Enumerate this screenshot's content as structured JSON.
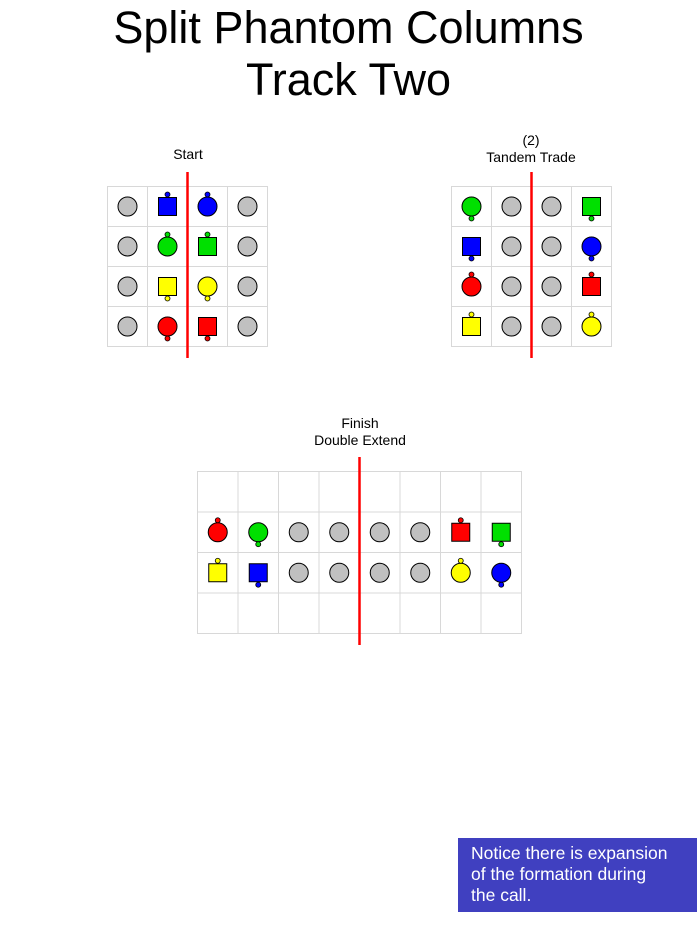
{
  "title_line1": "Split Phantom Columns",
  "title_line2": "Track Two",
  "colors": {
    "gray": "#c0c0c0",
    "blue": "#0000ff",
    "green": "#00e000",
    "yellow": "#ffff00",
    "red": "#ff0000",
    "grid": "#d8d8d8",
    "divider": "#ff0000",
    "note_bg": "#4040c0"
  },
  "panels": [
    {
      "id": "start",
      "label_lines": [
        "Start"
      ],
      "cols": 4,
      "rows": 4,
      "dancers": [
        {
          "r": 0,
          "c": 0,
          "color": "gray",
          "shape": "circle",
          "facing": "none"
        },
        {
          "r": 0,
          "c": 1,
          "color": "blue",
          "shape": "square",
          "facing": "up"
        },
        {
          "r": 0,
          "c": 2,
          "color": "blue",
          "shape": "circle",
          "facing": "up"
        },
        {
          "r": 0,
          "c": 3,
          "color": "gray",
          "shape": "circle",
          "facing": "none"
        },
        {
          "r": 1,
          "c": 0,
          "color": "gray",
          "shape": "circle",
          "facing": "none"
        },
        {
          "r": 1,
          "c": 1,
          "color": "green",
          "shape": "circle",
          "facing": "up"
        },
        {
          "r": 1,
          "c": 2,
          "color": "green",
          "shape": "square",
          "facing": "up"
        },
        {
          "r": 1,
          "c": 3,
          "color": "gray",
          "shape": "circle",
          "facing": "none"
        },
        {
          "r": 2,
          "c": 0,
          "color": "gray",
          "shape": "circle",
          "facing": "none"
        },
        {
          "r": 2,
          "c": 1,
          "color": "yellow",
          "shape": "square",
          "facing": "down"
        },
        {
          "r": 2,
          "c": 2,
          "color": "yellow",
          "shape": "circle",
          "facing": "down"
        },
        {
          "r": 2,
          "c": 3,
          "color": "gray",
          "shape": "circle",
          "facing": "none"
        },
        {
          "r": 3,
          "c": 0,
          "color": "gray",
          "shape": "circle",
          "facing": "none"
        },
        {
          "r": 3,
          "c": 1,
          "color": "red",
          "shape": "circle",
          "facing": "down"
        },
        {
          "r": 3,
          "c": 2,
          "color": "red",
          "shape": "square",
          "facing": "down"
        },
        {
          "r": 3,
          "c": 3,
          "color": "gray",
          "shape": "circle",
          "facing": "none"
        }
      ]
    },
    {
      "id": "tandem-trade",
      "label_lines": [
        "(2)",
        "Tandem Trade"
      ],
      "cols": 4,
      "rows": 4,
      "dancers": [
        {
          "r": 0,
          "c": 0,
          "color": "green",
          "shape": "circle",
          "facing": "down"
        },
        {
          "r": 0,
          "c": 1,
          "color": "gray",
          "shape": "circle",
          "facing": "none"
        },
        {
          "r": 0,
          "c": 2,
          "color": "gray",
          "shape": "circle",
          "facing": "none"
        },
        {
          "r": 0,
          "c": 3,
          "color": "green",
          "shape": "square",
          "facing": "down"
        },
        {
          "r": 1,
          "c": 0,
          "color": "blue",
          "shape": "square",
          "facing": "down"
        },
        {
          "r": 1,
          "c": 1,
          "color": "gray",
          "shape": "circle",
          "facing": "none"
        },
        {
          "r": 1,
          "c": 2,
          "color": "gray",
          "shape": "circle",
          "facing": "none"
        },
        {
          "r": 1,
          "c": 3,
          "color": "blue",
          "shape": "circle",
          "facing": "down"
        },
        {
          "r": 2,
          "c": 0,
          "color": "red",
          "shape": "circle",
          "facing": "up"
        },
        {
          "r": 2,
          "c": 1,
          "color": "gray",
          "shape": "circle",
          "facing": "none"
        },
        {
          "r": 2,
          "c": 2,
          "color": "gray",
          "shape": "circle",
          "facing": "none"
        },
        {
          "r": 2,
          "c": 3,
          "color": "red",
          "shape": "square",
          "facing": "up"
        },
        {
          "r": 3,
          "c": 0,
          "color": "yellow",
          "shape": "square",
          "facing": "up"
        },
        {
          "r": 3,
          "c": 1,
          "color": "gray",
          "shape": "circle",
          "facing": "none"
        },
        {
          "r": 3,
          "c": 2,
          "color": "gray",
          "shape": "circle",
          "facing": "none"
        },
        {
          "r": 3,
          "c": 3,
          "color": "yellow",
          "shape": "circle",
          "facing": "up"
        }
      ]
    },
    {
      "id": "finish",
      "label_lines": [
        "Finish",
        "Double Extend"
      ],
      "cols": 8,
      "rows": 4,
      "dancers": [
        {
          "r": 1,
          "c": 0,
          "color": "red",
          "shape": "circle",
          "facing": "up"
        },
        {
          "r": 1,
          "c": 1,
          "color": "green",
          "shape": "circle",
          "facing": "down"
        },
        {
          "r": 1,
          "c": 2,
          "color": "gray",
          "shape": "circle",
          "facing": "none"
        },
        {
          "r": 1,
          "c": 3,
          "color": "gray",
          "shape": "circle",
          "facing": "none"
        },
        {
          "r": 1,
          "c": 4,
          "color": "gray",
          "shape": "circle",
          "facing": "none"
        },
        {
          "r": 1,
          "c": 5,
          "color": "gray",
          "shape": "circle",
          "facing": "none"
        },
        {
          "r": 1,
          "c": 6,
          "color": "red",
          "shape": "square",
          "facing": "up"
        },
        {
          "r": 1,
          "c": 7,
          "color": "green",
          "shape": "square",
          "facing": "down"
        },
        {
          "r": 2,
          "c": 0,
          "color": "yellow",
          "shape": "square",
          "facing": "up"
        },
        {
          "r": 2,
          "c": 1,
          "color": "blue",
          "shape": "square",
          "facing": "down"
        },
        {
          "r": 2,
          "c": 2,
          "color": "gray",
          "shape": "circle",
          "facing": "none"
        },
        {
          "r": 2,
          "c": 3,
          "color": "gray",
          "shape": "circle",
          "facing": "none"
        },
        {
          "r": 2,
          "c": 4,
          "color": "gray",
          "shape": "circle",
          "facing": "none"
        },
        {
          "r": 2,
          "c": 5,
          "color": "gray",
          "shape": "circle",
          "facing": "none"
        },
        {
          "r": 2,
          "c": 6,
          "color": "yellow",
          "shape": "circle",
          "facing": "up"
        },
        {
          "r": 2,
          "c": 7,
          "color": "blue",
          "shape": "circle",
          "facing": "down"
        }
      ]
    }
  ],
  "note_lines": [
    "Notice there is expansion",
    "of the formation during",
    "the call."
  ]
}
